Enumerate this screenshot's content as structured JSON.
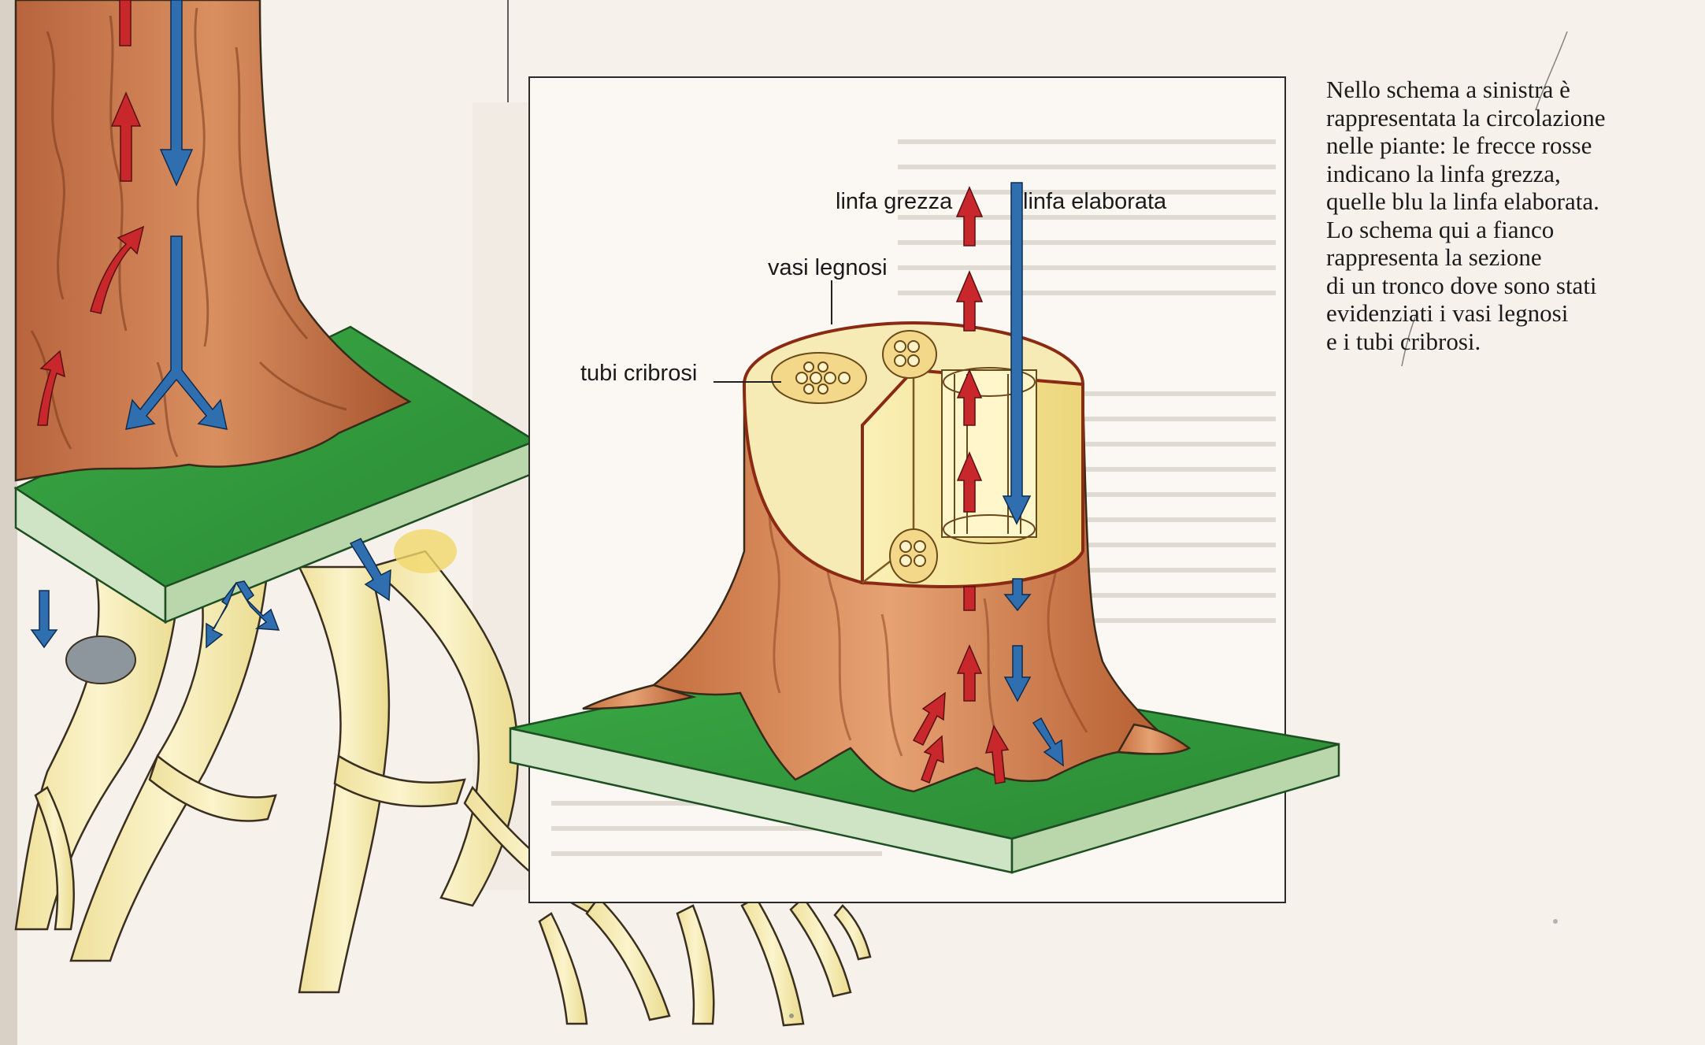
{
  "labels": {
    "raw_sap": "linfa grezza",
    "processed_sap": "linfa elaborata",
    "wood_vessels": "vasi legnosi",
    "sieve_tubes": "tubi cribrosi"
  },
  "caption": {
    "lines": [
      "Nello schema a sinistra è",
      "rappresentata la circolazione",
      "nelle piante: le frecce rosse",
      "indicano la linfa grezza,",
      "quelle blu la linfa elaborata.",
      "Lo schema qui a fianco",
      "rappresenta la sezione",
      "di un tronco dove sono stati",
      "evidenziati i vasi legnosi",
      "e i tubi cribrosi."
    ]
  },
  "colors": {
    "raw_sap_arrow": "#c8282c",
    "processed_sap_arrow": "#2f6fb0",
    "ground_plate": "#2f9a3a",
    "bark": "#c7764a",
    "roots": "#f3e7a8",
    "cross_section": "#f5e6a0"
  }
}
